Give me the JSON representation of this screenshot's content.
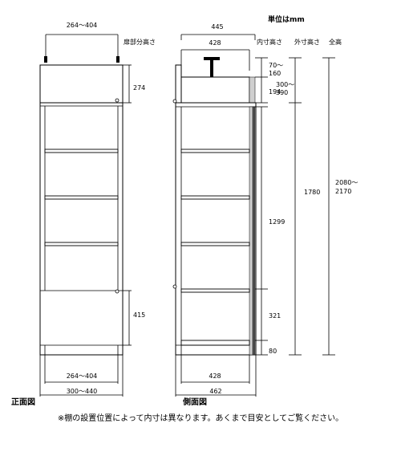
{
  "labels": {
    "unit": "単位はmm",
    "front_view": "正面図",
    "side_view": "側面図",
    "note": "※棚の設置位置によって内寸は異なります。あくまで目安としてご覧ください。",
    "header_door": "扉部分高さ",
    "header_inner": "内寸高さ",
    "header_outer": "外寸高さ",
    "header_total": "全高"
  },
  "dimensions": {
    "front_top_width": "264～404",
    "front_door_top": "274",
    "front_door_bottom": "415",
    "front_bottom_inner_width": "264～404",
    "front_bottom_outer_width": "300～440",
    "side_top_outer_width": "445",
    "side_top_inner_width": "428",
    "side_bottom_inner_width": "428",
    "side_bottom_outer_width": "462",
    "inner_top_line1": "70～",
    "inner_top_line2": "160",
    "inner_upper": "194",
    "inner_middle": "1299",
    "inner_lower": "321",
    "inner_bottom": "80",
    "outer_upper_line1": "300～",
    "outer_upper_line2": "390",
    "outer_main": "1780",
    "total_line1": "2080～",
    "total_line2": "2170"
  }
}
